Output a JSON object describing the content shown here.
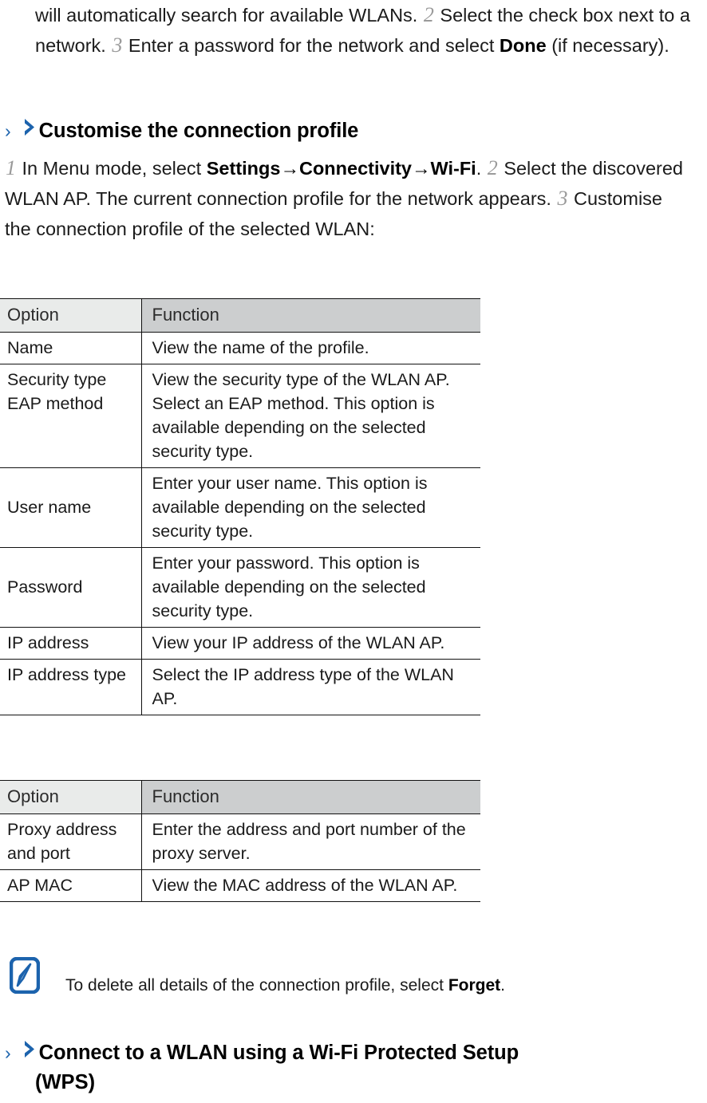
{
  "document": {
    "intro_paragraph": {
      "text_1": "will automatically search for available WLANs.",
      "step_2": "2",
      "text_2": "Select the check box next to a network.",
      "step_3": "3",
      "text_3": "Enter a password for the network and select",
      "bold_done": "Done",
      "text_4": "(if necessary)."
    },
    "section_heading_1": {
      "chevron": "›",
      "bullet": "arrow-bullet-icon",
      "title": "Customise the connection profile"
    },
    "body_paragraph": {
      "step_1": "1",
      "text_1": "In Menu mode, select",
      "bold_settings": "Settings",
      "arrow_1": "→",
      "bold_connectivity": "Connectivity",
      "arrow_2": "→",
      "bold_wifi": "Wi-Fi",
      "text_period": ".",
      "step_2": "2",
      "text_2": "Select the discovered WLAN AP. The current connection profile for the network appears.",
      "step_3": "3",
      "text_3": "Customise the connection profile of the selected WLAN:"
    },
    "table_1": {
      "headers": [
        "Option",
        "Function"
      ],
      "rows": [
        {
          "option": "Name",
          "function": "View the name of the profile."
        },
        {
          "option": "Security type EAP method",
          "function": "View the security type of the WLAN AP. Select an EAP method. This option is available depending on the selected security type."
        },
        {
          "option": "User name",
          "function": "Enter your user name. This option is available depending on the selected security type."
        },
        {
          "option": "Password",
          "function": "Enter your password. This option is available depending on the selected security type."
        },
        {
          "option": "IP address",
          "function": "View your IP address of the WLAN AP."
        },
        {
          "option": "IP address type",
          "function": "Select the IP address type of the WLAN AP."
        }
      ]
    },
    "table_2": {
      "headers": [
        "Option",
        "Function"
      ],
      "rows": [
        {
          "option": "Proxy address and port",
          "function": "Enter the address and port number of the proxy server."
        },
        {
          "option": "AP MAC",
          "function": "View the MAC address of the WLAN AP."
        }
      ]
    },
    "note": {
      "icon": "note-pen-icon",
      "text_1": "To delete all details of the connection profile, select",
      "bold_forget": "Forget",
      "text_2": "."
    },
    "section_heading_2": {
      "chevron": "›",
      "bullet": "arrow-bullet-icon",
      "title_line_1": "Connect to a WLAN using a Wi-Fi Protected Setup",
      "title_line_2": "(WPS)"
    },
    "colors": {
      "accent_blue": "#1c63ad",
      "header_option_bg": "#e9ebea",
      "header_function_bg": "#cccecf",
      "rule": "#111111",
      "step_number": "#9a9a9a"
    }
  }
}
